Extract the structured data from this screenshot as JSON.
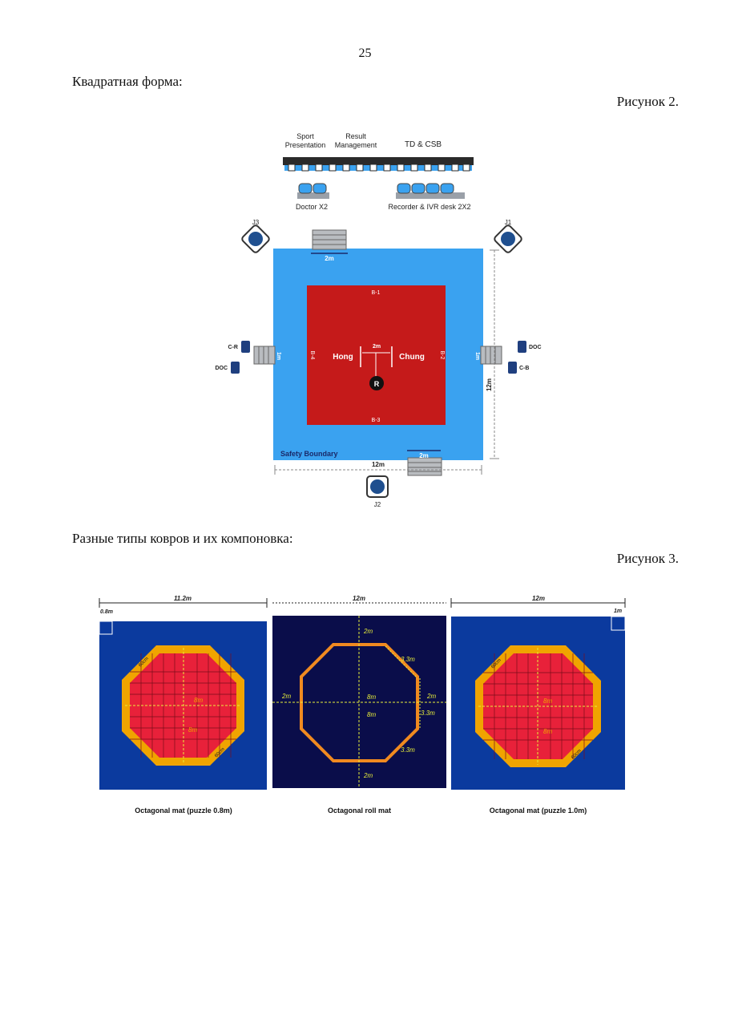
{
  "page_number": "25",
  "section1_heading": "Квадратная форма:",
  "figure2_label": "Рисунок 2.",
  "section2_heading": "Разные типы ковров и их компоновка:",
  "figure3_label": "Рисунок 3.",
  "fig2": {
    "head_table": {
      "sport_presentation_1": "Sport",
      "sport_presentation_2": "Presentation",
      "result_management_1": "Result",
      "result_management_2": "Management",
      "td_csb": "TD & CSB"
    },
    "doctor_label": "Doctor X2",
    "recorder_label": "Recorder & IVR desk 2X2",
    "judge_j1": "J1",
    "judge_j2": "J2",
    "judge_j3": "J3",
    "stairs_dim": "2m",
    "side_stairs_dim": "1m",
    "b1": "B-1",
    "b2": "B-2",
    "b3": "B-3",
    "b4": "B-4",
    "hong": "Hong",
    "chung": "Chung",
    "center_dim": "2m",
    "referee": "R",
    "cr_label": "C-R",
    "cb_label": "C-B",
    "doc_left": "DOC",
    "doc_right": "DOC",
    "safety_boundary": "Safety Boundary",
    "width_dim": "12m",
    "height_dim": "12m"
  },
  "fig3": {
    "mat1": {
      "top_dim": "11.2m",
      "puzzle_dim": "0.8m",
      "h_dim": "8m",
      "v_dim": "8m",
      "edge_1": "60cm",
      "edge_2": "60cm",
      "caption": "Octagonal mat (puzzle 0.8m)"
    },
    "mat2": {
      "top_dim": "12m",
      "top_gap": "2m",
      "bottom_gap": "2m",
      "left_gap": "2m",
      "right_gap": "2m",
      "h_dim": "8m",
      "v_dim": "8m",
      "side_1": "3.3m",
      "side_2": "3.3m",
      "side_3": "3.3m",
      "caption": "Octagonal roll mat"
    },
    "mat3": {
      "top_dim": "12m",
      "puzzle_dim": "1m",
      "h_dim": "8m",
      "v_dim": "8m",
      "edge_1": "60cm",
      "edge_2": "60cm",
      "caption": "Octagonal mat (puzzle 1.0m)"
    }
  },
  "colors": {
    "mat_blue": "#3aa2f0",
    "ring_red": "#c51a1a",
    "dark_blue": "#0b3a9e",
    "navy": "#0a0d4a",
    "orange": "#f0a400",
    "mat_red": "#e8213a",
    "yellow_dim": "#e8ee3a"
  }
}
